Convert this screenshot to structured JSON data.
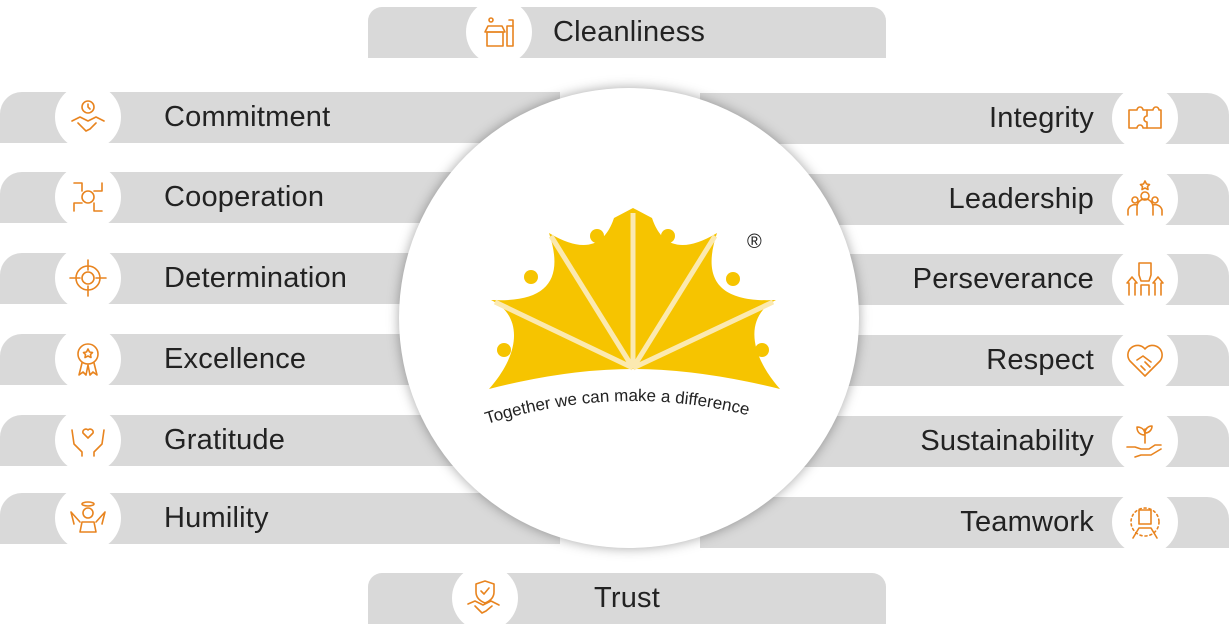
{
  "top_value": {
    "label": "Cleanliness",
    "icon": "cleaning-icon"
  },
  "bottom_value": {
    "label": "Trust",
    "icon": "handshake-shield-icon"
  },
  "left_values": [
    {
      "label": "Commitment",
      "icon": "handshake-clock-icon"
    },
    {
      "label": "Cooperation",
      "icon": "hands-circle-icon"
    },
    {
      "label": "Determination",
      "icon": "target-icon"
    },
    {
      "label": "Excellence",
      "icon": "award-ribbon-icon"
    },
    {
      "label": "Gratitude",
      "icon": "hands-heart-icon"
    },
    {
      "label": "Humility",
      "icon": "angel-icon"
    }
  ],
  "right_values": [
    {
      "label": "Integrity",
      "icon": "puzzle-icon"
    },
    {
      "label": "Leadership",
      "icon": "leader-group-icon"
    },
    {
      "label": "Perseverance",
      "icon": "fist-arrows-icon"
    },
    {
      "label": "Respect",
      "icon": "heart-handshake-icon"
    },
    {
      "label": "Sustainability",
      "icon": "plant-hand-icon"
    },
    {
      "label": "Teamwork",
      "icon": "team-hands-icon"
    }
  ],
  "logo": {
    "tagline": "Together we can make a difference",
    "registered_mark": "®",
    "color": "#f6c400",
    "ray_color": "#fbe9b0"
  },
  "colors": {
    "bar": "#d9d9d9",
    "icon": "#e8841f",
    "text": "#222222"
  }
}
